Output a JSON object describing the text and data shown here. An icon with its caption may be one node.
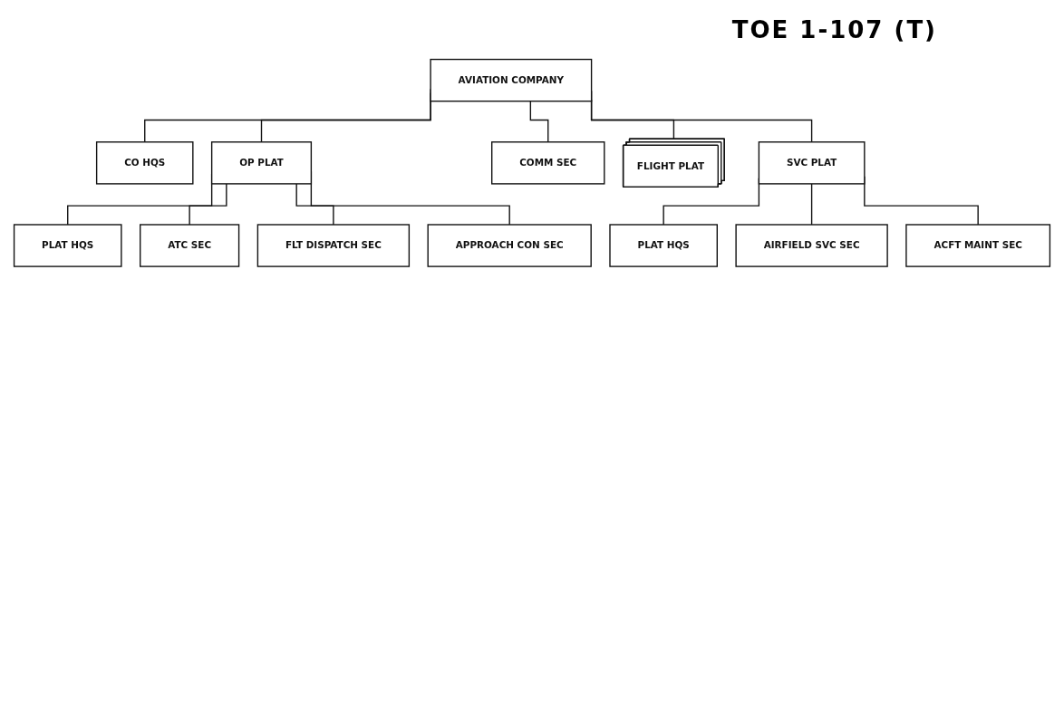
{
  "diagram": {
    "title": "TOE 1-107 (T)",
    "nodes": [
      {
        "text": [
          "AVIATION COMPANY"
        ]
      },
      {
        "text": [
          "CO HQS"
        ]
      },
      {
        "text": [
          "OP PLAT"
        ]
      },
      {
        "text": [
          "COMM SEC"
        ]
      },
      {
        "text": [
          "FLIGHT PLAT"
        ]
      },
      {
        "text": [
          "SVC PLAT"
        ]
      },
      {
        "text": [
          "PLAT HQS"
        ]
      },
      {
        "text": [
          "ATC SEC"
        ]
      },
      {
        "text": [
          "FLT DISPATCH SEC"
        ]
      },
      {
        "text": [
          "APPROACH CON SEC"
        ]
      },
      {
        "text": [
          "PLAT HQS"
        ]
      },
      {
        "text": [
          "AIRFIELD SVC SEC"
        ]
      },
      {
        "text": [
          "ACFT MAINT SEC"
        ]
      }
    ],
    "edges": [
      {
        "from": 0,
        "to": 1,
        "arrow": "none"
      },
      {
        "from": 0,
        "to": 2,
        "arrow": "none"
      },
      {
        "from": 0,
        "to": 3,
        "arrow": "none"
      },
      {
        "from": 0,
        "to": 4,
        "arrow": "none"
      },
      {
        "from": 0,
        "to": 5,
        "arrow": "none"
      },
      {
        "from": 2,
        "to": 6,
        "arrow": "none"
      },
      {
        "from": 2,
        "to": 7,
        "arrow": "none"
      },
      {
        "from": 2,
        "to": 8,
        "arrow": "none"
      },
      {
        "from": 2,
        "to": 9,
        "arrow": "none"
      },
      {
        "from": 5,
        "to": 10,
        "arrow": "none"
      },
      {
        "from": 5,
        "to": 11,
        "arrow": "none"
      },
      {
        "from": 5,
        "to": 12,
        "arrow": "none"
      }
    ]
  }
}
